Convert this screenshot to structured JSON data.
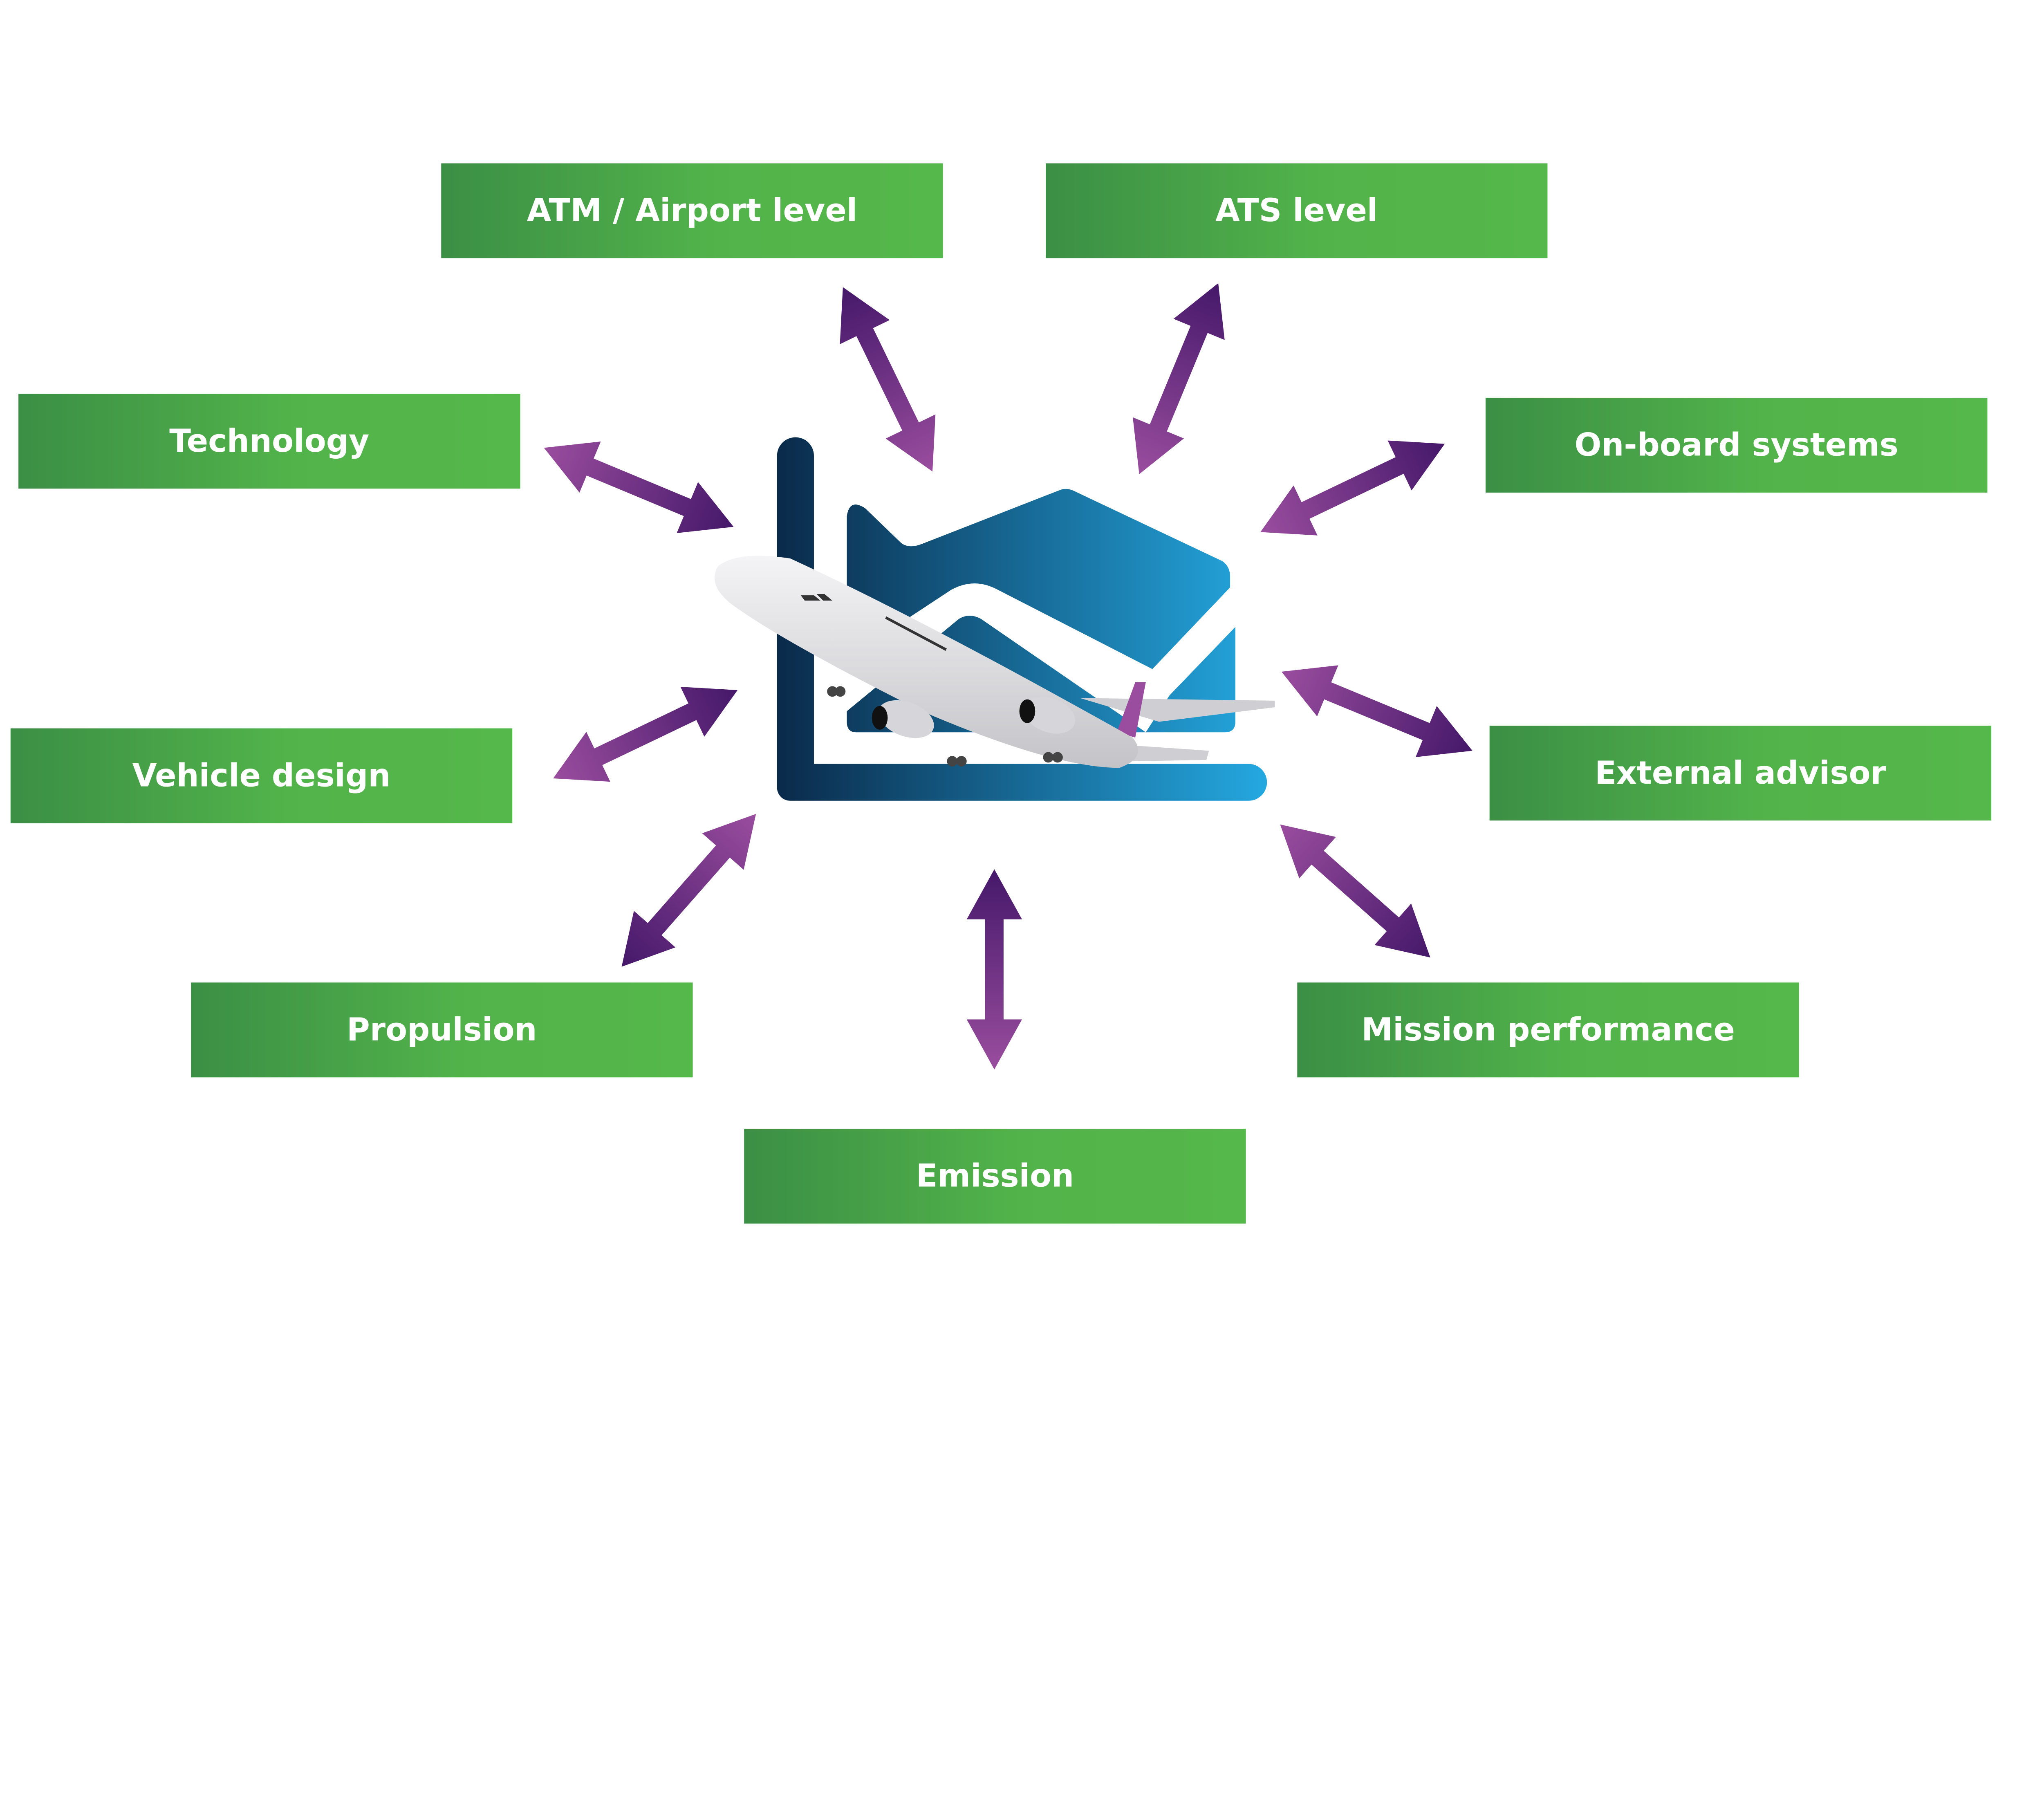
{
  "colors": {
    "box_gradient_start": "#3b8f45",
    "box_gradient_end": "#55b84a",
    "arrow_dark": "#45186a",
    "arrow_light": "#9a4d9e",
    "chart_icon_dark": "#0a2a4a",
    "chart_icon_light": "#24a8e0",
    "label_text": "#ffffff"
  },
  "center": {
    "icon": "line-chart-with-airplane"
  },
  "nodes": [
    {
      "id": "atm",
      "label": "ATM / Airport level"
    },
    {
      "id": "ats",
      "label": "ATS level"
    },
    {
      "id": "technology",
      "label": "Technology"
    },
    {
      "id": "onboard",
      "label": "On-board systems"
    },
    {
      "id": "vehicle",
      "label": "Vehicle design"
    },
    {
      "id": "external",
      "label": "External advisor"
    },
    {
      "id": "propulsion",
      "label": "Propulsion"
    },
    {
      "id": "mission",
      "label": "Mission performance"
    },
    {
      "id": "emission",
      "label": "Emission"
    }
  ],
  "connections": {
    "type": "bidirectional-arrow",
    "from": "center"
  }
}
